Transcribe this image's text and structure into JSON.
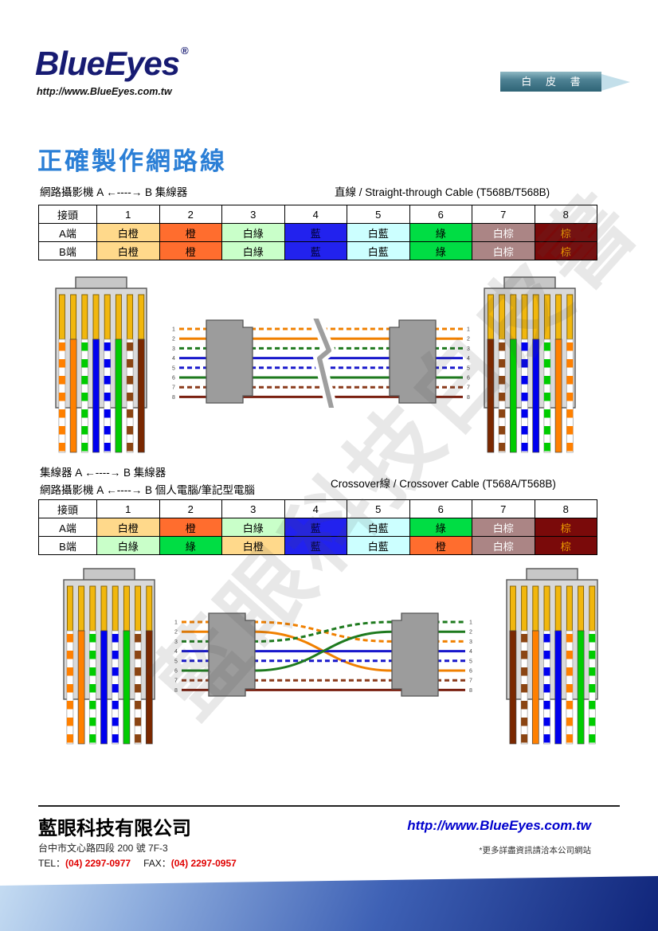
{
  "page": {
    "watermark": "藍眼科技白皮書"
  },
  "header": {
    "logo": "BlueEyes",
    "registered": "®",
    "url": "http://www.BlueEyes.com.tw",
    "badge": "白 皮 書"
  },
  "title": "正確製作網路線",
  "straight": {
    "left_label": "網路攝影機 A ←----→ B 集線器",
    "right_label": "直線 / Straight-through Cable (T568B/T568B)",
    "table": {
      "corner": "接頭",
      "pins": [
        "1",
        "2",
        "3",
        "4",
        "5",
        "6",
        "7",
        "8"
      ],
      "rows": [
        {
          "label": "A端",
          "cells": [
            "wo",
            "o",
            "wg",
            "bl",
            "wbl",
            "g",
            "wbr",
            "br"
          ]
        },
        {
          "label": "B端",
          "cells": [
            "wo",
            "o",
            "wg",
            "bl",
            "wbl",
            "g",
            "wbr",
            "br"
          ]
        }
      ]
    }
  },
  "crossover": {
    "left_label_1": "集線器 A ←----→ B 集線器",
    "left_label_2": "網路攝影機 A ←----→ B 個人電腦/筆記型電腦",
    "right_label": "Crossover線 / Crossover Cable (T568A/T568B)",
    "table": {
      "corner": "接頭",
      "pins": [
        "1",
        "2",
        "3",
        "4",
        "5",
        "6",
        "7",
        "8"
      ],
      "rows": [
        {
          "label": "A端",
          "cells": [
            "wo",
            "o",
            "wg",
            "bl",
            "wbl",
            "g",
            "wbr",
            "br"
          ]
        },
        {
          "label": "B端",
          "cells": [
            "wg",
            "g",
            "wo",
            "bl",
            "wbl",
            "o",
            "wbr",
            "br"
          ]
        }
      ]
    }
  },
  "wires": {
    "wo": {
      "label": "白橙",
      "cell_bg": "#FFD98B",
      "cell_fg": "#000000",
      "wire": "#FF8000",
      "cable": "#F08000",
      "striped": true
    },
    "o": {
      "label": "橙",
      "cell_bg": "#FF6D2E",
      "cell_fg": "#000000",
      "wire": "#FF8000",
      "cable": "#F08000",
      "striped": false
    },
    "wg": {
      "label": "白綠",
      "cell_bg": "#C9FFC9",
      "cell_fg": "#000000",
      "wire": "#00CC00",
      "cable": "#1E7A1E",
      "striped": true
    },
    "bl": {
      "label": "藍",
      "cell_bg": "#2222EE",
      "cell_fg": "#000033",
      "wire": "#0000EE",
      "cable": "#1818CC",
      "striped": false
    },
    "wbl": {
      "label": "白藍",
      "cell_bg": "#CCFFFF",
      "cell_fg": "#000000",
      "wire": "#0000EE",
      "cable": "#1818CC",
      "striped": true
    },
    "g": {
      "label": "綠",
      "cell_bg": "#00DD44",
      "cell_fg": "#000000",
      "wire": "#00CC00",
      "cable": "#1E7A1E",
      "striped": false
    },
    "wbr": {
      "label": "白棕",
      "cell_bg": "#AB8585",
      "cell_fg": "#FFFFFF",
      "wire": "#8B4513",
      "cable": "#8A3A1A",
      "striped": true
    },
    "br": {
      "label": "棕",
      "cell_bg": "#7A0A0A",
      "cell_fg": "#ED9D00",
      "wire": "#7A2800",
      "cable": "#7A2010",
      "striped": false
    }
  },
  "diagrams": {
    "pins": [
      "1",
      "2",
      "3",
      "4",
      "5",
      "6",
      "7",
      "8"
    ],
    "straight": {
      "left": [
        "wo",
        "o",
        "wg",
        "bl",
        "wbl",
        "g",
        "wbr",
        "br"
      ],
      "right": [
        "wo",
        "o",
        "wg",
        "bl",
        "wbl",
        "g",
        "wbr",
        "br"
      ],
      "broken": true
    },
    "crossover": {
      "left": [
        "wo",
        "o",
        "wg",
        "bl",
        "wbl",
        "g",
        "wbr",
        "br"
      ],
      "right": [
        "wg",
        "g",
        "wo",
        "bl",
        "wbl",
        "o",
        "wbr",
        "br"
      ],
      "broken": false
    }
  },
  "footer": {
    "company": "藍眼科技有限公司",
    "url": "http://www.BlueEyes.com.tw",
    "address": "台中市文心路四段 200 號 7F-3",
    "tel_label": "TEL：",
    "tel": "(04) 2297-0977",
    "fax_label": "FAX：",
    "fax": "(04) 2297-0957",
    "note": "*更多詳盡資訊請洽本公司網站"
  }
}
